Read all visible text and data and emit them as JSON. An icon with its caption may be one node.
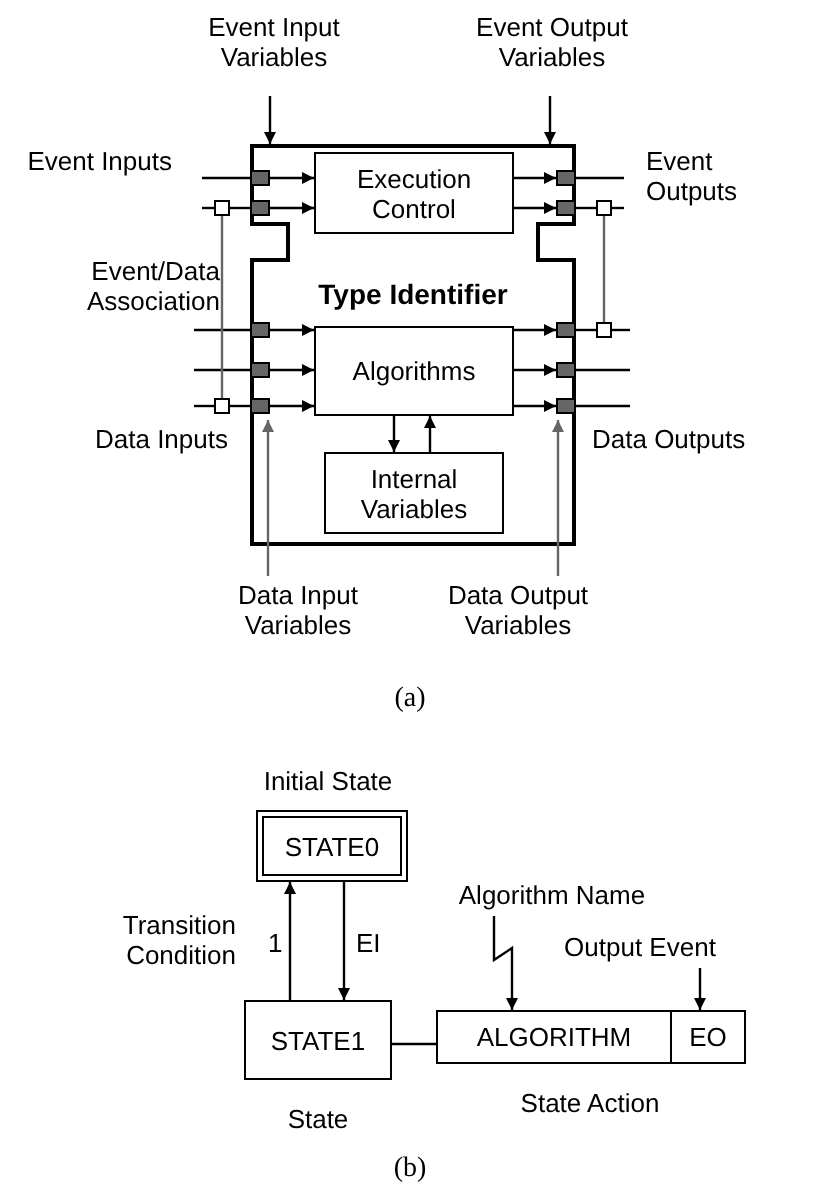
{
  "diagram": {
    "nodes": [
      {
        "text": [
          "Type Identifier"
        ]
      },
      {
        "text": [
          "Execution Control"
        ],
        "in": 0
      },
      {
        "text": [
          "Algorithms"
        ],
        "in": 0
      },
      {
        "text": [
          "Internal Variables"
        ],
        "in": 0
      },
      {
        "text": [],
        "shape": "box",
        "in": 0
      },
      {
        "text": [],
        "shape": "box",
        "in": 0
      },
      {
        "text": [],
        "shape": "box",
        "in": 0
      },
      {
        "text": [],
        "shape": "box",
        "in": 0
      },
      {
        "text": [],
        "shape": "box",
        "in": 0
      },
      {
        "text": [],
        "shape": "box",
        "in": 0
      },
      {
        "text": [],
        "shape": "box",
        "in": 0
      },
      {
        "text": [],
        "shape": "box",
        "in": 0
      },
      {
        "text": [],
        "shape": "box",
        "in": 0
      },
      {
        "text": [],
        "shape": "box",
        "in": 0
      },
      {
        "text": [],
        "shape": "box"
      },
      {
        "text": [],
        "shape": "box"
      },
      {
        "text": [],
        "shape": "box"
      },
      {
        "text": [],
        "shape": "box"
      },
      {
        "text": [
          "Event Input Variables"
        ]
      },
      {
        "text": [
          "Event Output Variables"
        ]
      },
      {
        "text": [
          "Data Input Variables"
        ]
      },
      {
        "text": [
          "Data Output Variables"
        ]
      },
      {
        "text": [
          "STATE0"
        ],
        "beside": [
          "Initial State"
        ]
      },
      {
        "text": [
          "STATE1"
        ],
        "beside": [
          "State"
        ]
      },
      {
        "text": [
          "ALGORITHM"
        ]
      },
      {
        "text": [
          "EO"
        ]
      },
      {
        "text": [
          "Algorithm Name"
        ]
      },
      {
        "text": [
          "Output Event"
        ]
      }
    ],
    "edges": [
      {
        "from": null,
        "to": 4,
        "arrow": "none"
      },
      {
        "from": null,
        "to": 14,
        "arrow": "none"
      },
      {
        "from": 14,
        "to": 5,
        "arrow": "none"
      },
      {
        "from": null,
        "to": 6,
        "arrow": "none"
      },
      {
        "from": null,
        "to": 7,
        "arrow": "none"
      },
      {
        "from": null,
        "to": 15,
        "arrow": "none"
      },
      {
        "from": 15,
        "to": 8,
        "arrow": "none"
      },
      {
        "from": 14,
        "to": 15,
        "arrow": "none",
        "color": "#666666"
      },
      {
        "from": 4,
        "to": 1,
        "arrow": "to"
      },
      {
        "from": 5,
        "to": 1,
        "arrow": "to"
      },
      {
        "from": 6,
        "to": 2,
        "arrow": "to"
      },
      {
        "from": 7,
        "to": 2,
        "arrow": "to"
      },
      {
        "from": 8,
        "to": 2,
        "arrow": "to"
      },
      {
        "from": 1,
        "to": 9,
        "arrow": "to"
      },
      {
        "from": 1,
        "to": 10,
        "arrow": "to"
      },
      {
        "from": 2,
        "to": 11,
        "arrow": "to"
      },
      {
        "from": 2,
        "to": 12,
        "arrow": "to"
      },
      {
        "from": 2,
        "to": 13,
        "arrow": "to"
      },
      {
        "from": 9,
        "to": null,
        "arrow": "none"
      },
      {
        "from": 10,
        "to": 16,
        "arrow": "none"
      },
      {
        "from": 16,
        "to": null,
        "arrow": "none"
      },
      {
        "from": 11,
        "to": 17,
        "arrow": "none"
      },
      {
        "from": 17,
        "to": null,
        "arrow": "none"
      },
      {
        "from": 12,
        "to": null,
        "arrow": "none"
      },
      {
        "from": 13,
        "to": null,
        "arrow": "none"
      },
      {
        "from": 16,
        "to": 17,
        "arrow": "none",
        "color": "#666666"
      },
      {
        "from": 2,
        "to": 3,
        "arrow": "to"
      },
      {
        "from": 3,
        "to": 2,
        "arrow": "to"
      },
      {
        "from": 18,
        "to": 0,
        "arrow": "to"
      },
      {
        "from": 19,
        "to": 0,
        "arrow": "to"
      },
      {
        "from": 20,
        "to": 0,
        "arrow": "to",
        "color": "#666666"
      },
      {
        "from": 21,
        "to": 0,
        "arrow": "to",
        "color": "#666666"
      },
      {
        "from": 23,
        "to": 22,
        "arrow": "to",
        "label": "1"
      },
      {
        "from": 22,
        "to": 23,
        "arrow": "to",
        "label": "EI"
      },
      {
        "from": 23,
        "to": 24,
        "arrow": "none"
      },
      {
        "from": 26,
        "to": 24,
        "arrow": "to"
      },
      {
        "from": 27,
        "to": 25,
        "arrow": "to"
      }
    ],
    "labels": [
      "Event Inputs",
      "Event Outputs",
      "Event/Data Association",
      "Data Inputs",
      "Data Outputs",
      "(a)",
      "Transition Condition",
      "State Action",
      "(b)"
    ]
  }
}
